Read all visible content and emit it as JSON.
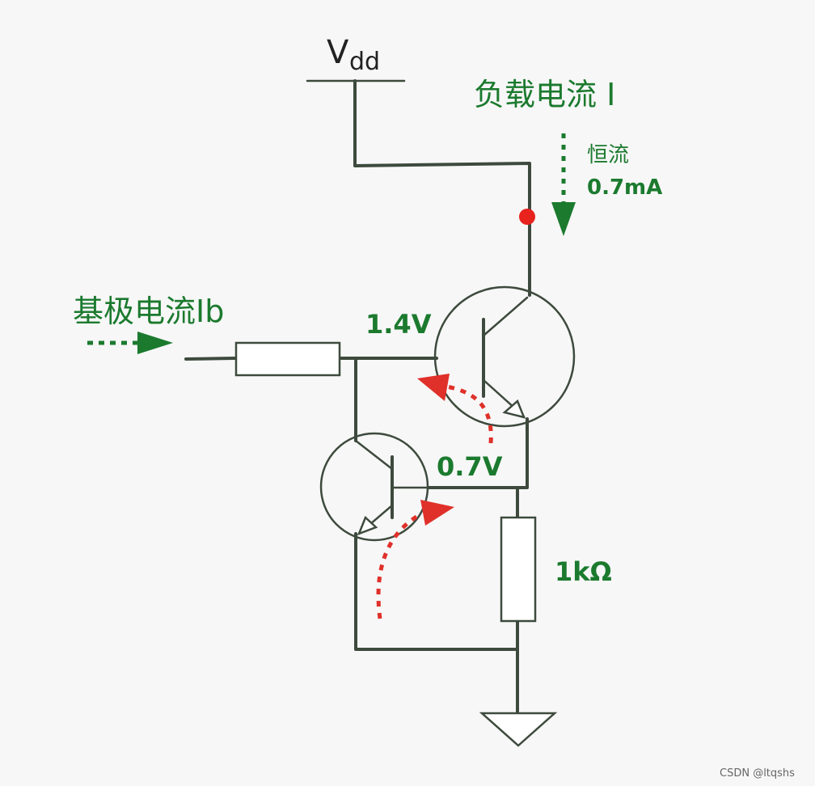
{
  "diagram": {
    "supply_label_main": "V",
    "supply_label_sub": "dd",
    "load_current_label": "负载电流 I",
    "constant_current_label": "恒流",
    "constant_current_value": "0.7mA",
    "base_current_label": "基极电流Ib",
    "base_voltage": "1.4V",
    "emitter_voltage": "0.7V",
    "resistor_value": "1kΩ",
    "watermark": "CSDN @ltqshs"
  },
  "colors": {
    "label_green": "#1b7a2e",
    "wire": "#3d4a3d",
    "red_arrow": "#e0302a",
    "node_dot": "#e8221c",
    "background": "#f7f7f7"
  },
  "icons": {
    "supply": "vdd-rail",
    "ground": "ground-triangle",
    "transistor": "npn-transistor",
    "resistor": "resistor-box"
  }
}
